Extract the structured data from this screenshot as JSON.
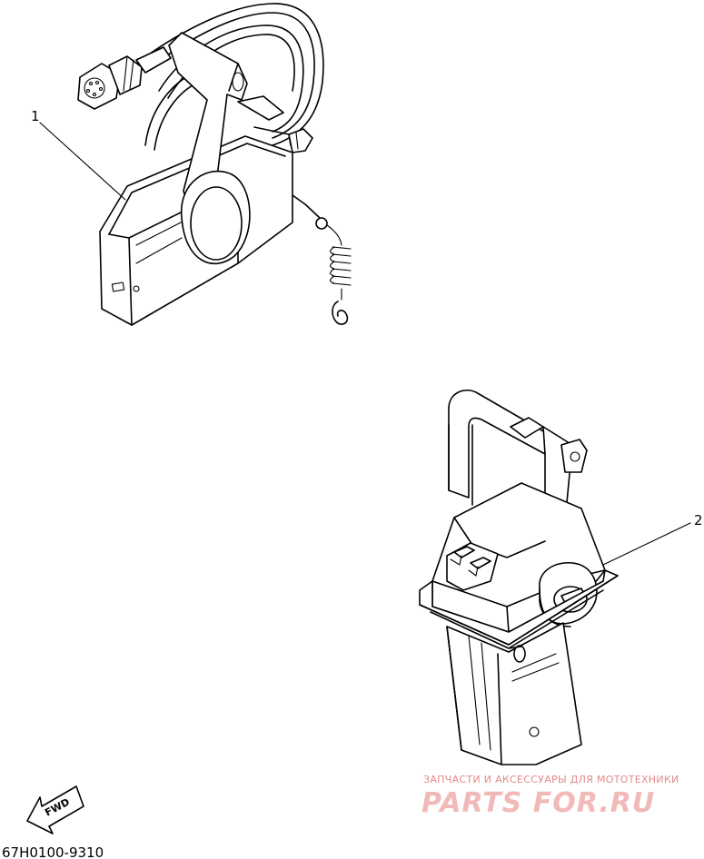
{
  "diagram": {
    "callouts": [
      {
        "id": "1",
        "label": "1"
      },
      {
        "id": "2",
        "label": "2"
      }
    ],
    "fwd_label": "FWD",
    "drawing_code": "67H0100-9310"
  },
  "watermark": {
    "tagline": "ЗАПЧАСТИ И АКСЕССУАРЫ ДЛЯ МОТОТЕХНИКИ",
    "brand": "PARTS FOR.RU",
    "color": "#e08a8a"
  }
}
